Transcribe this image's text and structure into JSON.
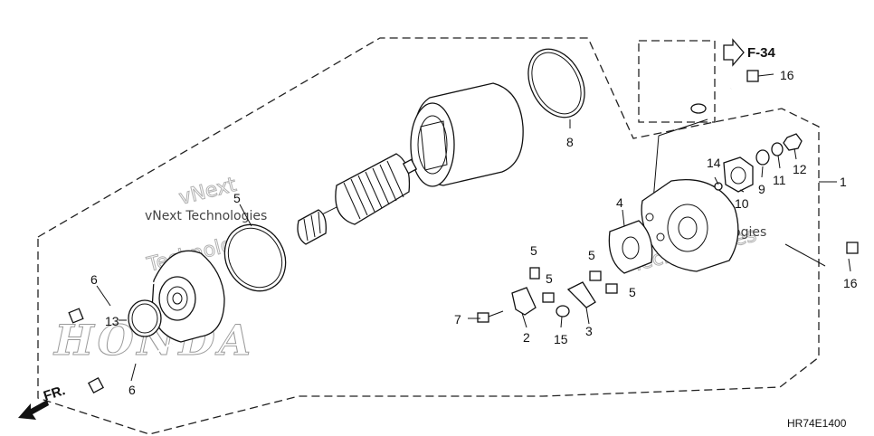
{
  "diagram": {
    "drawing_code": "HR74E1400",
    "ref_label": "F-34",
    "direction_label": "FR.",
    "brand_watermark": "HONDA",
    "watermarks": [
      "vNext",
      "Technologies",
      "vNext Technologies"
    ],
    "callouts": [
      {
        "id": "c1",
        "text": "1"
      },
      {
        "id": "c2",
        "text": "2"
      },
      {
        "id": "c3",
        "text": "3"
      },
      {
        "id": "c4",
        "text": "4"
      },
      {
        "id": "c5a",
        "text": "5"
      },
      {
        "id": "c5b",
        "text": "5"
      },
      {
        "id": "c5c",
        "text": "5"
      },
      {
        "id": "c5d",
        "text": "5"
      },
      {
        "id": "c5e",
        "text": "5"
      },
      {
        "id": "c6a",
        "text": "6"
      },
      {
        "id": "c6b",
        "text": "6"
      },
      {
        "id": "c7",
        "text": "7"
      },
      {
        "id": "c8",
        "text": "8"
      },
      {
        "id": "c9",
        "text": "9"
      },
      {
        "id": "c10",
        "text": "10"
      },
      {
        "id": "c11",
        "text": "11"
      },
      {
        "id": "c12",
        "text": "12"
      },
      {
        "id": "c13",
        "text": "13"
      },
      {
        "id": "c14",
        "text": "14"
      },
      {
        "id": "c15",
        "text": "15"
      },
      {
        "id": "c16a",
        "text": "16"
      },
      {
        "id": "c16b",
        "text": "16"
      }
    ]
  }
}
